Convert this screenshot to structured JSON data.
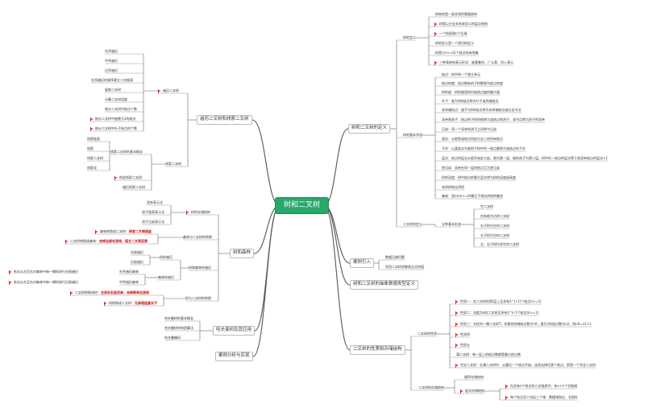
{
  "root": "树和二叉树",
  "branches": {
    "def": "树和二叉树的定义",
    "traverse": "遍历二叉树和线索二叉树",
    "forest": "树和森林",
    "cases": "案例引入",
    "adt": "树和二叉树的抽象数据类型定义",
    "props": "二叉树的性质和存储结构",
    "huffman": "哈夫曼树及其应用",
    "analysis": "案例分析与实现"
  },
  "def": {
    "tree_def": "树的定义",
    "tree_def_items": [
      "树结构是一类非线性数据结构",
      "树是以分支关系来定义的层次结构",
      "一个前驱和n个后继",
      "树的定义是一个递归的定义",
      "树是n(n>=0)个结点的有限集",
      "三种表结构表示形式：嵌套集合、广义表、凹入表示"
    ],
    "basic_terms": "树的基本术语",
    "basic_terms_items": [
      "结点：树中的一个独立单元",
      "结点的度：结点拥有的子树数称为结点的度",
      "树的度：树的度是树内各结点度的最大值",
      "叶子：度为0的结点称为叶子或终端结点",
      "非终端结点：度不为0的结点称为非终端结点或分支节点",
      "双亲和孩子：结点的子树的根称为该结点的孩子，该节点称为孩子的双亲",
      "兄弟：同一个双亲的孩子之间称为兄弟",
      "祖先：从根到该结点所经分支上的所有结点",
      "子孙：以某结点为根的子树中任一结点都称为该结点的子孙",
      "层次：结点的层次从根开始定义起，根为第一层，根的孩子为第二层。树中任一结点的层次等于其双亲结点的层次+1",
      "堂兄弟：双亲在同一层的结点互为堂兄弟",
      "树的深度：树中结点的最大层次称为树的深度或高度",
      "有序树和无序树",
      "森林：是m(m>=0)棵互不相交的树的集合"
    ],
    "bt_def": "二叉树的定义",
    "five_forms": "五种基本形态",
    "five_forms_items": [
      "空二叉树",
      "仅有根节点的二叉树",
      "右子树为空的二叉树",
      "左子树为空的二叉树",
      "左、右子树均非空的二叉树"
    ]
  },
  "traverse": {
    "walk": "遍历二叉树",
    "walk_items": [
      "先序遍历",
      "中序遍历",
      "后序遍历",
      "先序遍历的顺序建立二叉链表",
      "复制二叉树",
      "计算二叉树深度",
      "统计二叉树中结点个数",
      "统计二叉树中度数为1的结点",
      "统计二叉树中叶子结点的个数"
    ],
    "thread": "线索二叉树",
    "thread_concept": "线索二叉树的基本概念",
    "thread_concept_items": [
      "线索链表",
      "线索",
      "线索二叉树",
      "线索化"
    ],
    "thread_build": "构造线索二叉树",
    "thread_walk": "遍历线索二叉树"
  },
  "forest": {
    "storage": "树的存储结构",
    "storage_items": [
      "双亲表示法",
      "孩子链表表示法",
      "孩子兄弟表示法"
    ],
    "convert": "森林与二叉树的转换",
    "convert_items": [
      {
        "prefix": "森林转换成二叉树：",
        "hl": "树变二叉根相连"
      },
      {
        "prefix": "二叉树转换成森林：",
        "hl": "去掉全部右孩线，孤立二叉再还原"
      }
    ],
    "walk": "树和森林的遍历",
    "tree_walk": "树的遍历",
    "tree_walk_items": [
      "先根遍历",
      "后根遍历"
    ],
    "forest_walk": "森林的遍历",
    "forest_walk_items": [
      {
        "desc": "依次从左至右对森林中每一棵树进行先根遍历",
        "name": "先序遍历森林"
      },
      {
        "desc": "依次从左至右对森林中每一棵树进行后根遍历",
        "name": "中序遍历森林"
      }
    ],
    "tree_bt": "树与二叉树的转换",
    "tree_bt_items": [
      {
        "prefix": "二叉树转换成树：",
        "hl": "左孩右右连双亲，去掉原来右孩线"
      },
      {
        "prefix": "树转换成二叉树：",
        "hl": "兄弟相连留长子"
      }
    ]
  },
  "cases": {
    "items": [
      "数据压缩问题",
      "利用二叉树求解表达式的值"
    ]
  },
  "props": {
    "nature": "二叉树的性质",
    "nature_items": [
      "性质一：在二叉树的第i层上至多有2^(i-1)个结点(i>=1)",
      "性质二：深度为k的二叉树至多有2^k-1个结点(k>=1)",
      "性质三：对任何一棵二叉树T，如果其终端结点数为n0，度为2的结点数为n2，则n0=n2+1",
      "性质四",
      "性质五",
      "满二叉树：每一层上的结点数都是最大结点数",
      "完全二叉树：在满二叉树中，从最后一个结点开始，连续去掉任意个结点，即是一个完全二叉树"
    ],
    "storage": "二叉树的存储结构",
    "seq": "顺序存储结构",
    "linked": "链式存储结构",
    "linked_items": [
      "在含有n个结点的二叉链表中，有n+1个空链域",
      "每个结点至少包括三个域：数据域和左、右指针"
    ]
  },
  "huffman": {
    "items": [
      "哈夫曼树的基本概念",
      "哈夫曼树的构造算法",
      "哈夫曼编码"
    ]
  }
}
